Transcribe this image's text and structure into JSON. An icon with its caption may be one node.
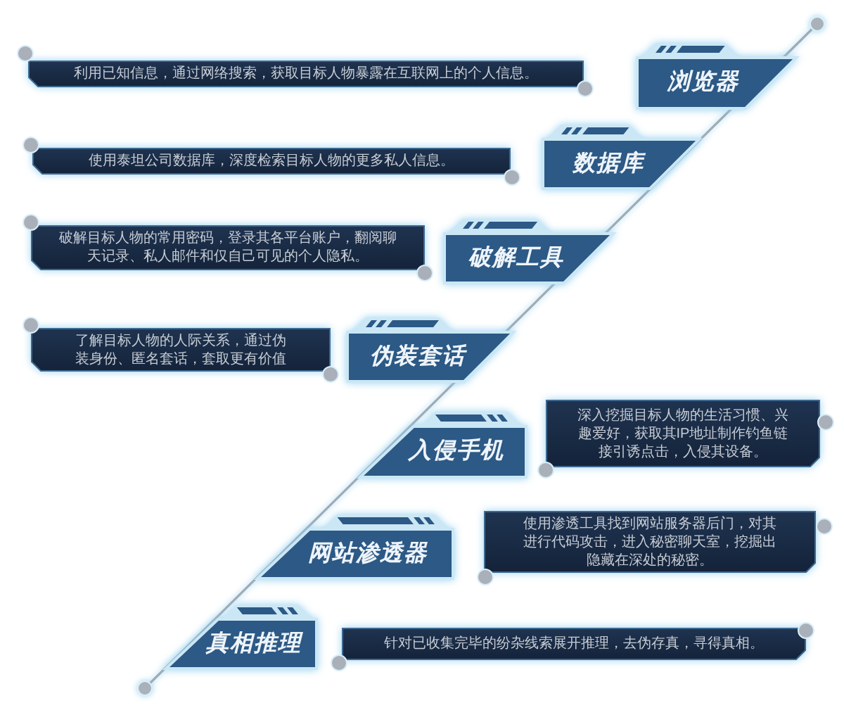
{
  "diagram": {
    "nodes": [
      {
        "text": [
          "利用已知信息，通过网络搜索，获取目标人物暴露在互联网上的个人信息。"
        ]
      },
      {
        "text": [
          "浏览器"
        ]
      },
      {
        "text": [
          "使用泰坦公司数据库，深度检索目标人物的更多私人信息。"
        ]
      },
      {
        "text": [
          "数据库"
        ]
      },
      {
        "text": [
          "破解目标人物的常用密码，登录其各平台账户，翻阅聊天记录、私人邮件和仅自己可见的个人隐私。"
        ]
      },
      {
        "text": [
          "破解工具"
        ]
      },
      {
        "text": [
          "了解目标人物的人际关系，通过伪装身份、匿名套话，套取更有价值"
        ]
      },
      {
        "text": [
          "伪装套话"
        ]
      },
      {
        "text": [
          "入侵手机"
        ]
      },
      {
        "text": [
          "深入挖掘目标人物的生活习惯、兴趣爱好，获取其IP地址制作钓鱼链接引诱点击，入侵其设备。"
        ]
      },
      {
        "text": [
          "网站渗透器"
        ]
      },
      {
        "text": [
          "使用渗透工具找到网站服务器后门，对其进行代码攻击，进入秘密聊天室，挖掘出隐藏在深处的秘密。"
        ]
      },
      {
        "text": [
          "真相推理"
        ]
      },
      {
        "text": [
          "针对已收集完毕的纷杂线索展开推理，去伪存真，寻得真相。"
        ]
      }
    ]
  }
}
